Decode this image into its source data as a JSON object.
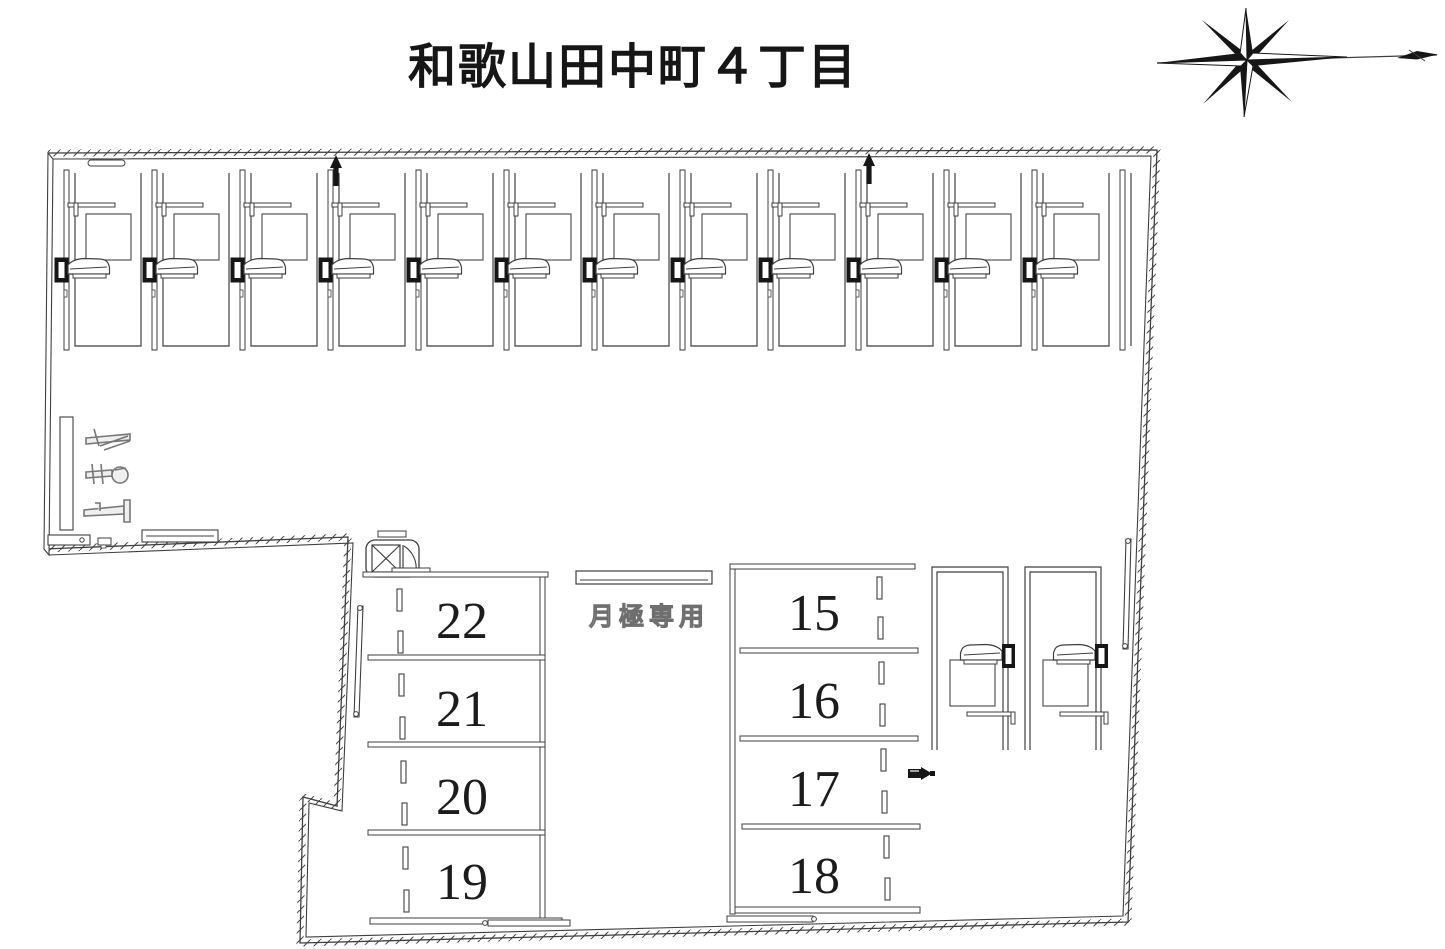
{
  "title": "和歌山田中町４丁目",
  "plan": {
    "center_label": "月極専用",
    "left_column_spaces": [
      "22",
      "21",
      "20",
      "19"
    ],
    "right_column_spaces": [
      "15",
      "16",
      "17",
      "18"
    ],
    "top_row_stall_count": 12,
    "bottom_right_stall_count": 2,
    "left_edge_annotation_glyph_count": 3
  },
  "icons": {
    "compass": "compass-rose-with-long-east-arrow",
    "entrance_marker": "up-arrow-marker",
    "side_marker": "right-arrow-marker",
    "stall_symbol": "car-lift-side-view",
    "gate_symbol": "turntable-crossed-box"
  },
  "colors": {
    "line": "#3f3f3f",
    "dark_fill": "#161616",
    "label_gray": "#8f8f8f",
    "number_text": "#1c1c1c",
    "background": "#ffffff"
  }
}
